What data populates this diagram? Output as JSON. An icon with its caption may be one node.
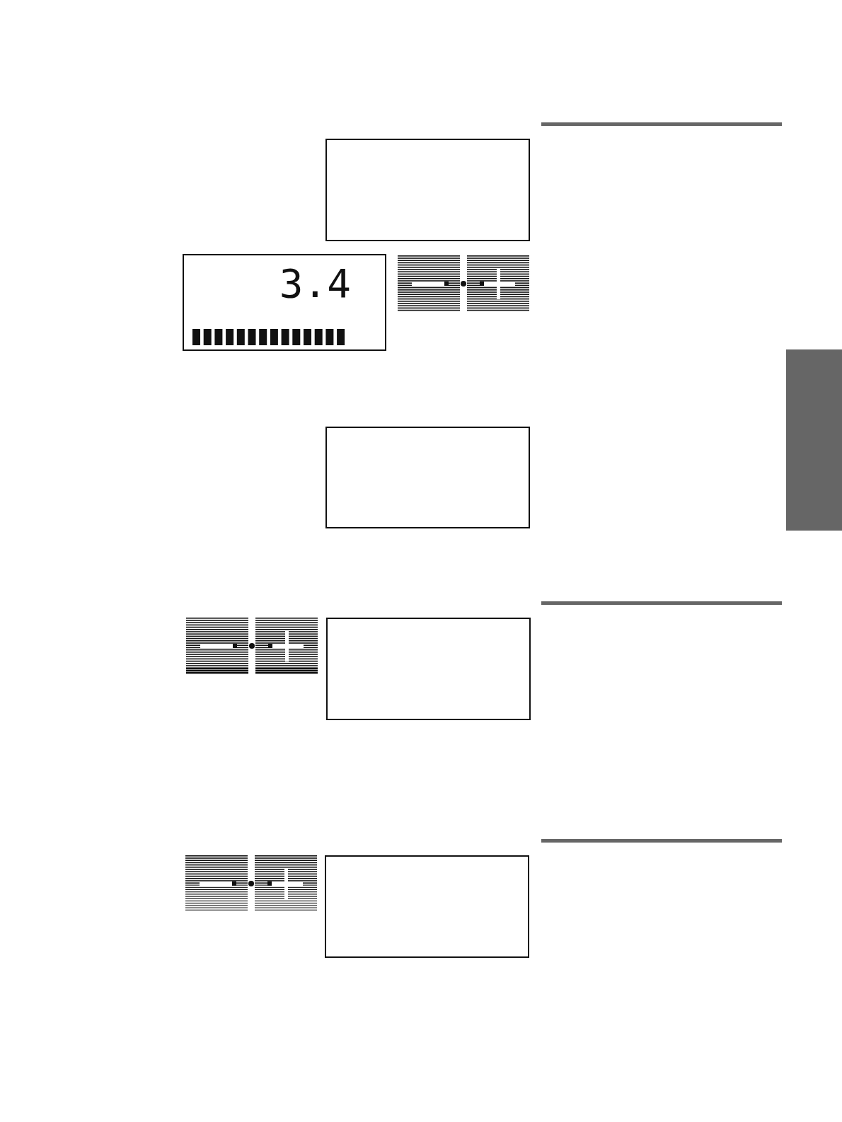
{
  "diagram": {
    "nodes": [
      {
        "text": [],
        "shape": "box"
      },
      {
        "text": [
          "3.4"
        ]
      },
      {
        "text": [],
        "shape": "box"
      },
      {
        "text": [],
        "shape": "box"
      },
      {
        "text": [],
        "shape": "box"
      },
      {
        "text": [],
        "shape": "bar"
      }
    ]
  }
}
